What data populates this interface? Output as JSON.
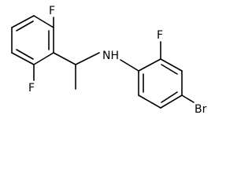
{
  "molecule": {
    "atoms": {
      "fluorine_top": "F",
      "fluorine_bottom": "F",
      "fluorine_right": "F",
      "amine": "NH",
      "bromine": "Br"
    }
  },
  "colors": {
    "bond": "#000000",
    "label": "#000000",
    "background": "#ffffff"
  }
}
